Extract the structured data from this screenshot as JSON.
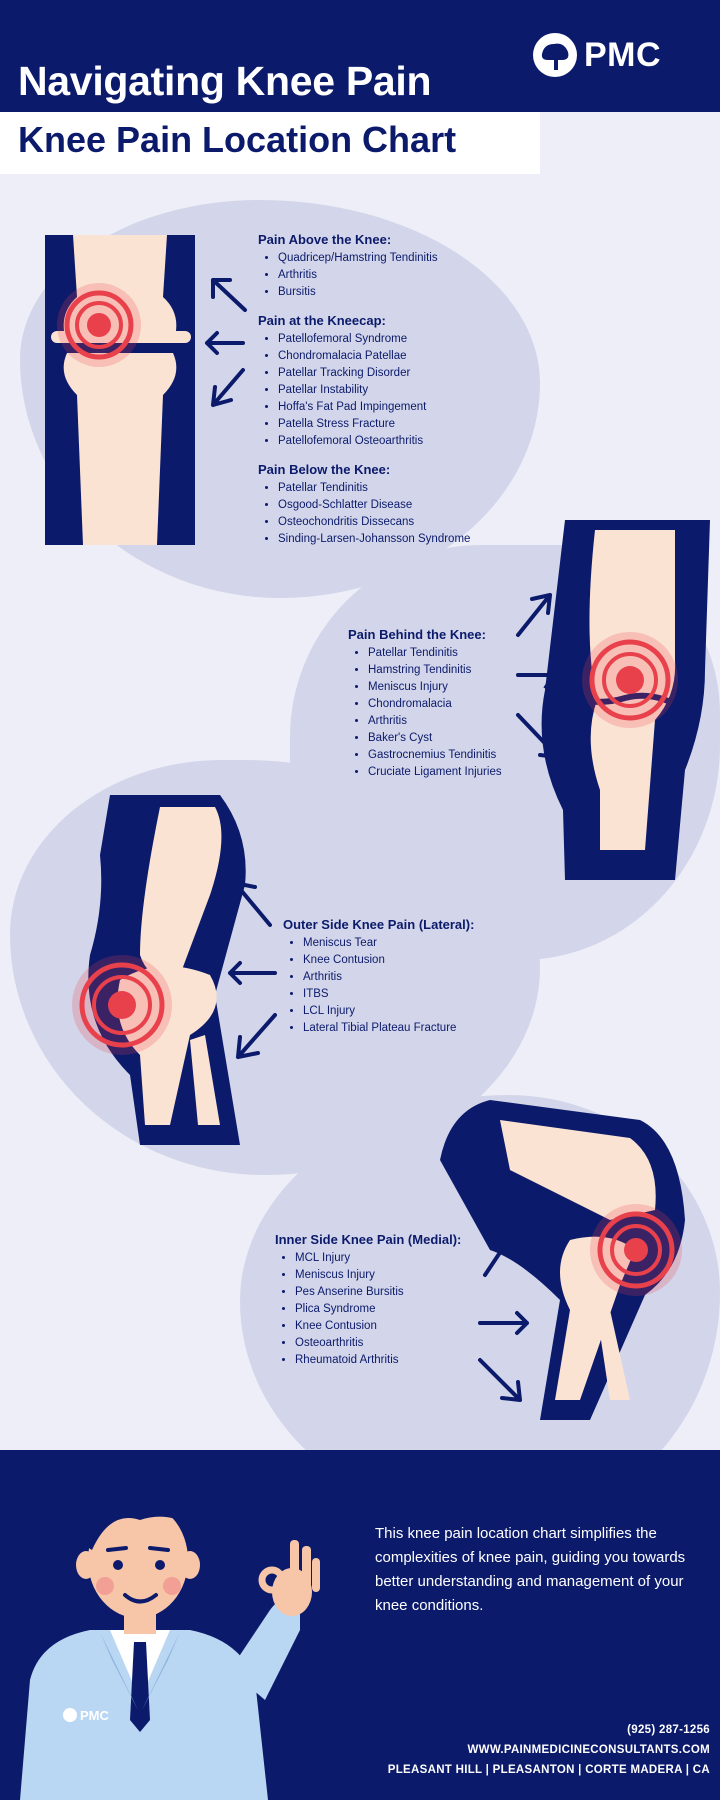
{
  "header": {
    "title": "Navigating Knee Pain",
    "subtitle": "Knee Pain Location Chart",
    "logo_text": "PMC"
  },
  "colors": {
    "navy": "#0b1a6b",
    "bone": "#fbe3d4",
    "pain_red": "#e8414c",
    "blob": "#d3d6ea",
    "background": "#edeef7"
  },
  "sections": [
    {
      "heading": "Pain Above the Knee:",
      "items": [
        "Quadricep/Hamstring Tendinitis",
        "Arthritis",
        "Bursitis"
      ]
    },
    {
      "heading": "Pain at the Kneecap:",
      "items": [
        "Patellofemoral Syndrome",
        "Chondromalacia Patellae",
        "Patellar Tracking Disorder",
        "Patellar Instability",
        "Hoffa's Fat Pad Impingement",
        "Patella Stress Fracture",
        "Patellofemoral Osteoarthritis"
      ]
    },
    {
      "heading": "Pain Below the Knee:",
      "items": [
        "Patellar Tendinitis",
        "Osgood-Schlatter Disease",
        "Osteochondritis Dissecans",
        "Sinding-Larsen-Johansson Syndrome"
      ]
    },
    {
      "heading": "Pain Behind the Knee:",
      "items": [
        "Patellar Tendinitis",
        "Hamstring Tendinitis",
        "Meniscus Injury",
        "Chondromalacia",
        "Arthritis",
        "Baker's Cyst",
        "Gastrocnemius Tendinitis",
        "Cruciate Ligament Injuries"
      ]
    },
    {
      "heading": "Outer Side Knee Pain (Lateral):",
      "items": [
        "Meniscus Tear",
        "Knee Contusion",
        "Arthritis",
        "ITBS",
        "LCL Injury",
        "Lateral Tibial Plateau Fracture"
      ]
    },
    {
      "heading": "Inner Side Knee Pain (Medial):",
      "items": [
        "MCL Injury",
        "Meniscus Injury",
        "Pes Anserine Bursitis",
        "Plica Syndrome",
        "Knee Contusion",
        "Osteoarthritis",
        "Rheumatoid Arthritis"
      ]
    }
  ],
  "footer": {
    "description": "This knee pain location chart simplifies the complexities of knee pain, guiding you towards better understanding and management of your knee conditions.",
    "phone": "(925) 287-1256",
    "website": "WWW.PAINMEDICINECONSULTANTS.COM",
    "locations": "PLEASANT HILL | PLEASANTON | CORTE MADERA | CA",
    "badge_text": "PMC"
  }
}
